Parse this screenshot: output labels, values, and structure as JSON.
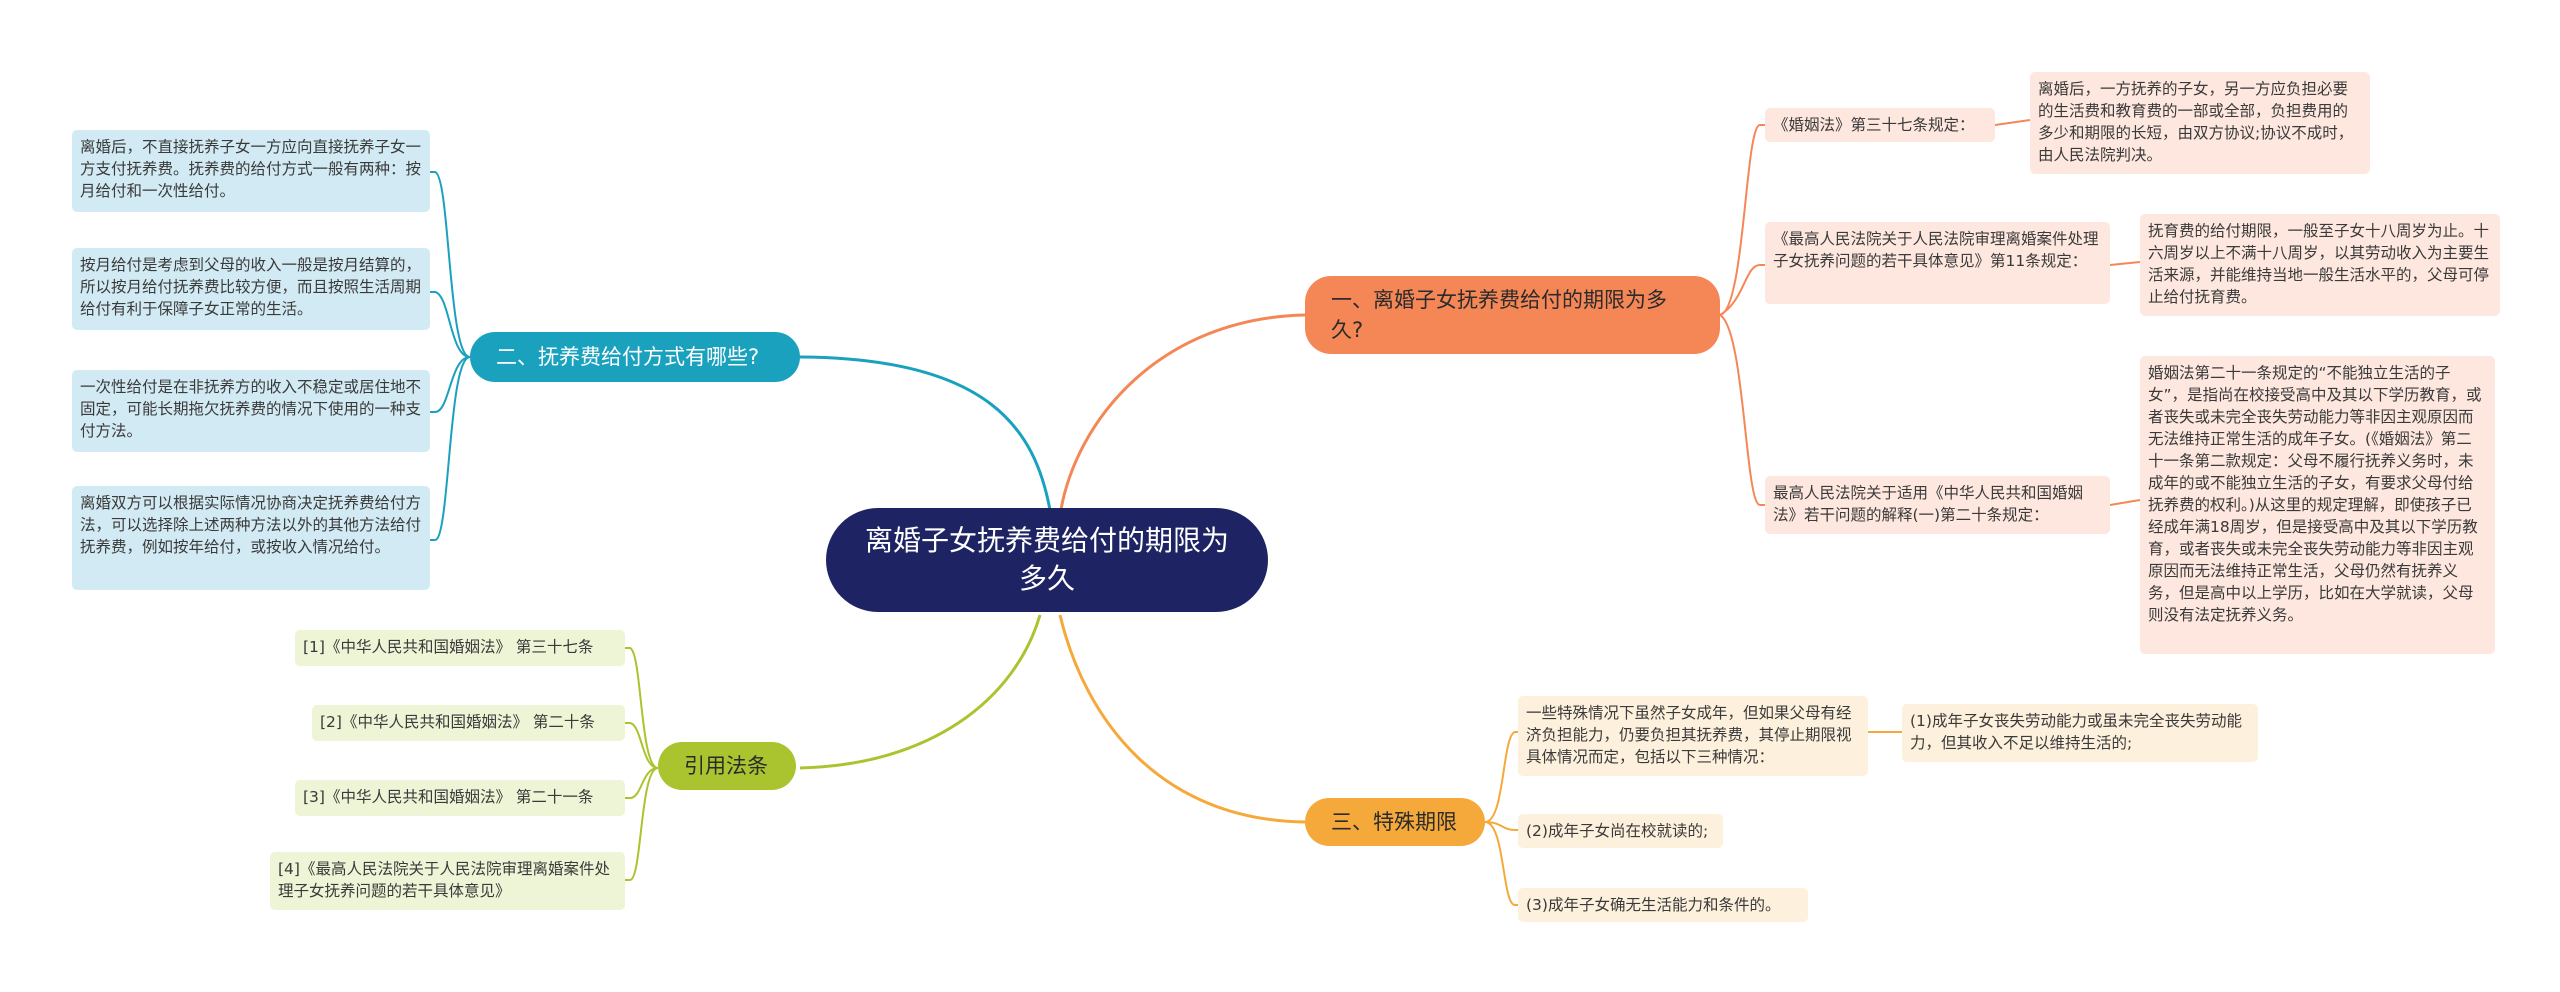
{
  "colors": {
    "root": "#1e2463",
    "branch_period": "#f58757",
    "branch_payment": "#1aa1be",
    "branch_special": "#f5a93b",
    "branch_citations": "#a9c42f",
    "leaf_period": "#fde7de",
    "leaf_payment": "#d2eaf3",
    "leaf_special": "#fdf0dc",
    "leaf_citations": "#eef4d6"
  },
  "root": {
    "title": "离婚子女抚养费给付的期限为多久"
  },
  "branch_period": {
    "title": "一、离婚子女抚养费给付的期限为多久?",
    "items": [
      {
        "label": "《婚姻法》第三十七条规定：",
        "detail": "离婚后，一方抚养的子女，另一方应负担必要的生活费和教育费的一部或全部，负担费用的多少和期限的长短，由双方协议;协议不成时，由人民法院判决。"
      },
      {
        "label": "《最高人民法院关于人民法院审理离婚案件处理子女抚养问题的若干具体意见》第11条规定：",
        "detail": "抚育费的给付期限，一般至子女十八周岁为止。十六周岁以上不满十八周岁，以其劳动收入为主要生活来源，并能维持当地一般生活水平的，父母可停止给付抚育费。"
      },
      {
        "label": "最高人民法院关于适用《中华人民共和国婚姻法》若干问题的解释(一)第二十条规定：",
        "detail": "婚姻法第二十一条规定的“不能独立生活的子女”，是指尚在校接受高中及其以下学历教育，或者丧失或未完全丧失劳动能力等非因主观原因而无法维持正常生活的成年子女。(《婚姻法》第二十一条第二款规定：父母不履行抚养义务时，未成年的或不能独立生活的子女，有要求父母付给抚养费的权利。)从这里的规定理解，即使孩子已经成年满18周岁，但是接受高中及其以下学历教育，或者丧失或未完全丧失劳动能力等非因主观原因而无法维持正常生活，父母仍然有抚养义务，但是高中以上学历，比如在大学就读，父母则没有法定抚养义务。"
      }
    ]
  },
  "branch_payment": {
    "title": "二、抚养费给付方式有哪些?",
    "items": [
      "离婚后，不直接抚养子女一方应向直接抚养子女一方支付抚养费。抚养费的给付方式一般有两种：按月给付和一次性给付。",
      "按月给付是考虑到父母的收入一般是按月结算的，所以按月给付抚养费比较方便，而且按照生活周期给付有利于保障子女正常的生活。",
      "一次性给付是在非抚养方的收入不稳定或居住地不固定，可能长期拖欠抚养费的情况下使用的一种支付方法。",
      "离婚双方可以根据实际情况协商决定抚养费给付方法，可以选择除上述两种方法以外的其他方法给付抚养费，例如按年给付，或按收入情况给付。"
    ]
  },
  "branch_special": {
    "title": "三、特殊期限",
    "intro": "一些特殊情况下虽然子女成年，但如果父母有经济负担能力，仍要负担其抚养费，其停止期限视具体情况而定，包括以下三种情况：",
    "intro_detail": "(1)成年子女丧失劳动能力或虽未完全丧失劳动能力，但其收入不足以维持生活的;",
    "items": [
      "(2)成年子女尚在校就读的;",
      "(3)成年子女确无生活能力和条件的。"
    ]
  },
  "branch_citations": {
    "title": "引用法条",
    "items": [
      "[1]《中华人民共和国婚姻法》 第三十七条",
      "[2]《中华人民共和国婚姻法》 第二十条",
      "[3]《中华人民共和国婚姻法》 第二十一条",
      "[4]《最高人民法院关于人民法院审理离婚案件处理子女抚养问题的若干具体意见》"
    ]
  }
}
